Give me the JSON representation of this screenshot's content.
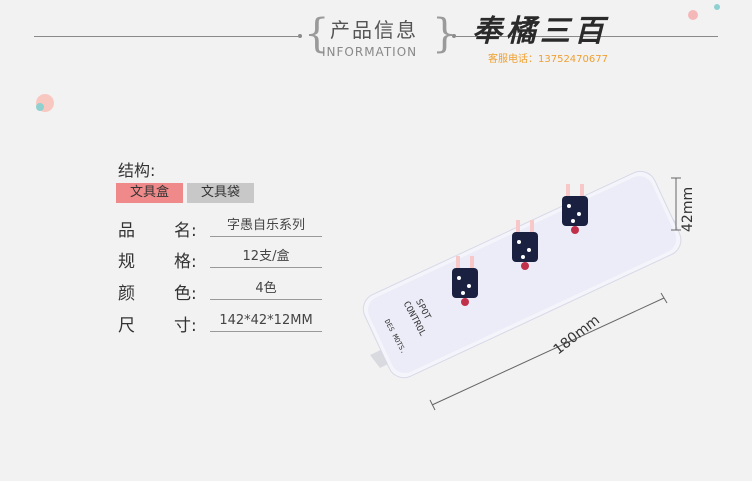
{
  "header": {
    "title_cn": "产品信息",
    "title_en": "INFORMATION",
    "left_brace": "{",
    "right_brace": "}"
  },
  "brand": {
    "logo_text": "奉橘三百",
    "phone": "客服电话：13752470677"
  },
  "structure": {
    "label": "结构:",
    "tabs": [
      {
        "label": "文具盒",
        "active": true
      },
      {
        "label": "文具袋",
        "active": false
      }
    ]
  },
  "specs": [
    {
      "label_a": "品",
      "label_b": "名:",
      "value": "字愚自乐系列"
    },
    {
      "label_a": "规",
      "label_b": "格:",
      "value": "12支/盒"
    },
    {
      "label_a": "颜",
      "label_b": "色:",
      "value": "4色"
    },
    {
      "label_a": "尺",
      "label_b": "寸:",
      "value": "142*42*12MM"
    }
  ],
  "product": {
    "print_line1": "SPOT",
    "print_line2": "CONTROL",
    "print_line3": "DES MOTS.",
    "width_dim": "180mm",
    "height_dim": "42mm"
  },
  "colors": {
    "active_tab": "#f08a8a",
    "inactive_tab": "#c8c8c8",
    "phone": "#f0a030",
    "box": "#eeeef8"
  }
}
